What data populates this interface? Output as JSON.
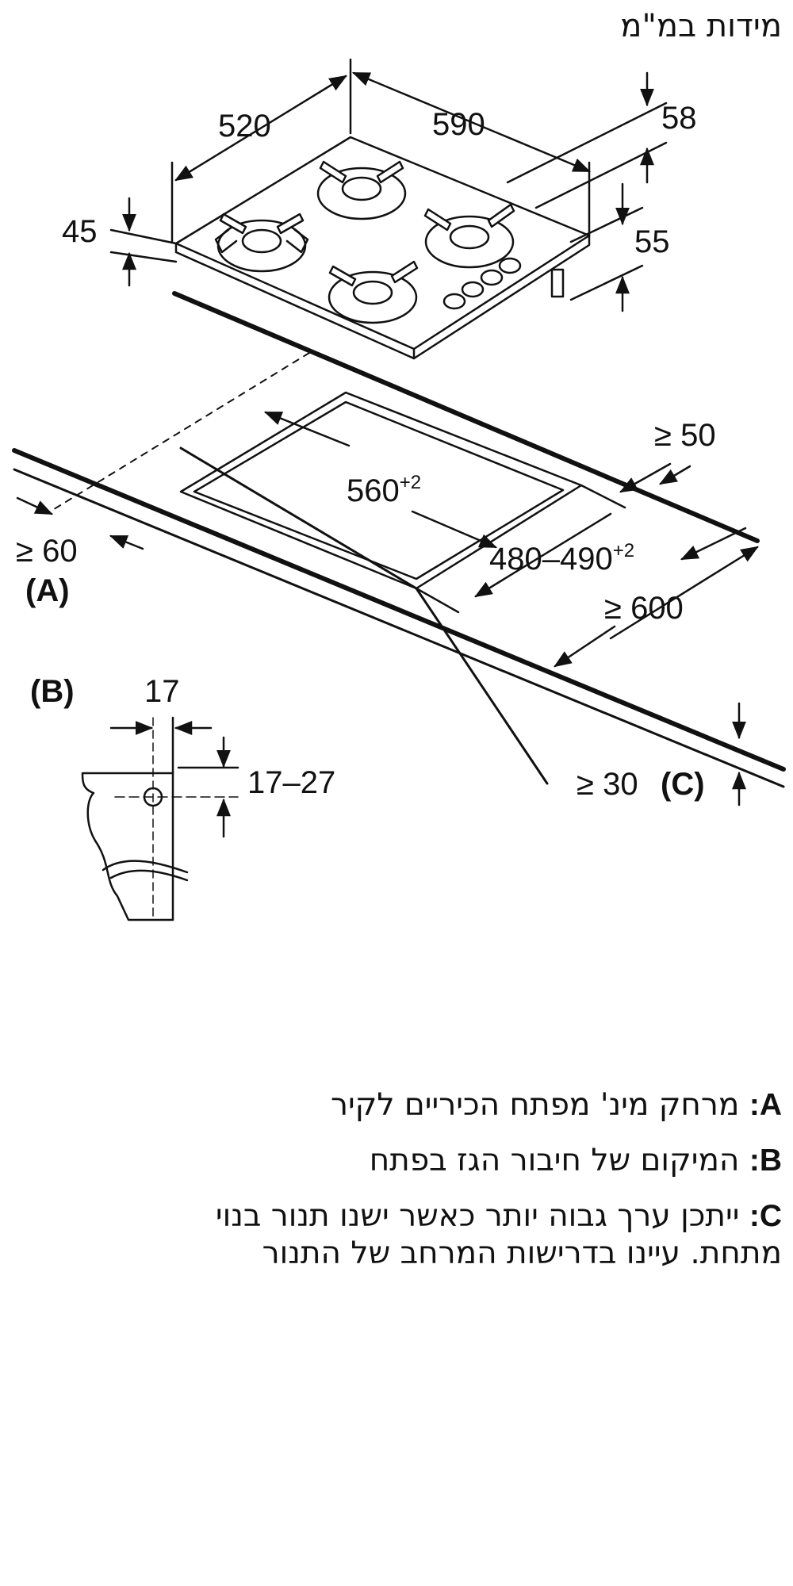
{
  "units_title": "מידות במ\"מ",
  "dims": {
    "d520": "520",
    "d590": "590",
    "d58": "58",
    "d45": "45",
    "d55": "55",
    "d50": "≥ 50",
    "d560": "560",
    "d560_tol": "+2",
    "d480": "480–490",
    "d480_tol": "+2",
    "d600": "≥ 600",
    "d60": "≥ 60",
    "labelA": "(A)",
    "labelB": "(B)",
    "d17": "17",
    "d1727": "17–27",
    "d30": "≥ 30",
    "labelC": "(C)"
  },
  "legend": [
    {
      "key": "A:",
      "text": "מרחק מינ' מפתח הכיריים לקיר"
    },
    {
      "key": "B:",
      "text": "המיקום של חיבור הגז בפתח"
    },
    {
      "key": "C:",
      "text": "ייתכן ערך גבוה יותר כאשר ישנו תנור בנוי מתחת. עיינו בדרישות המרחב של התנור"
    }
  ]
}
